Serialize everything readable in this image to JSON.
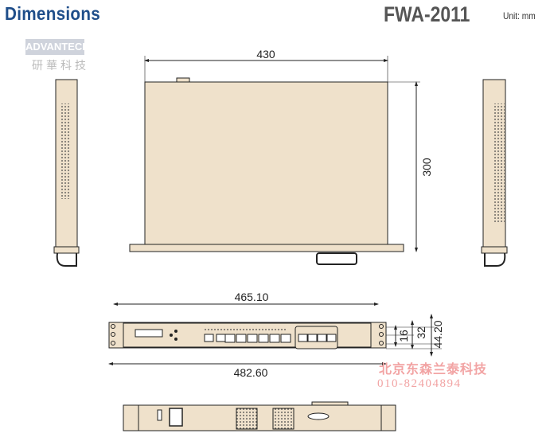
{
  "header": {
    "title": "Dimensions",
    "model": "FWA-2011",
    "unit": "Unit: mm"
  },
  "logo": {
    "brand": "ADVANTECH",
    "chinese": "研華科技"
  },
  "dimensions": {
    "top_width": "430",
    "top_depth": "300",
    "front_inner": "465.10",
    "front_overall": "482.60",
    "height_16": "16",
    "height_32": "32",
    "height_total": "44.20"
  },
  "watermark": {
    "company": "北京东森兰泰科技",
    "phone": "010-82404894"
  },
  "colors": {
    "chassis": "#efe1cb",
    "title": "#1f4e8a"
  }
}
